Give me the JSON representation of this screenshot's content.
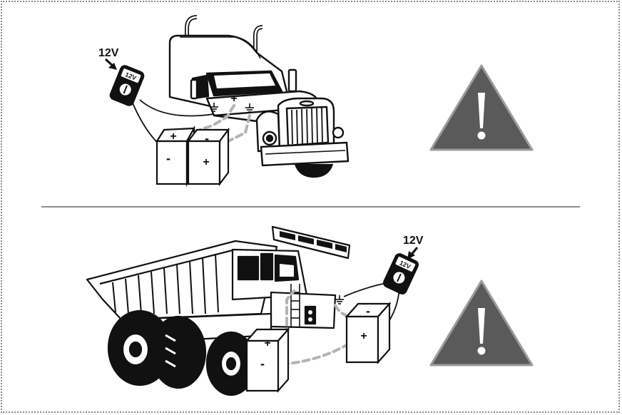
{
  "colors": {
    "frame_border": "#8a8a8a",
    "divider": "#8c8c8c",
    "warning_fill": "#5a5a5a",
    "warning_border": "#9b9b9b",
    "warning_mark": "#ffffff",
    "cable_dash": "#b4b4b4",
    "line_art": "#111111"
  },
  "panels": [
    {
      "vehicle_icon": "truck-icon",
      "meter_reading": "12V",
      "meter_display": "12V",
      "battery_1": {
        "pos": "+",
        "neg": "-"
      },
      "battery_2": {
        "pos": "+",
        "neg": "-"
      },
      "cable_terminal": "+",
      "warning_icon": "warning-triangle-icon"
    },
    {
      "vehicle_icon": "dump-truck-icon",
      "meter_reading": "12V",
      "meter_display": "12V",
      "battery_1": {
        "pos": "+",
        "neg": "-"
      },
      "battery_2": {
        "pos": "+",
        "neg": "-"
      },
      "warning_icon": "warning-triangle-icon"
    }
  ]
}
